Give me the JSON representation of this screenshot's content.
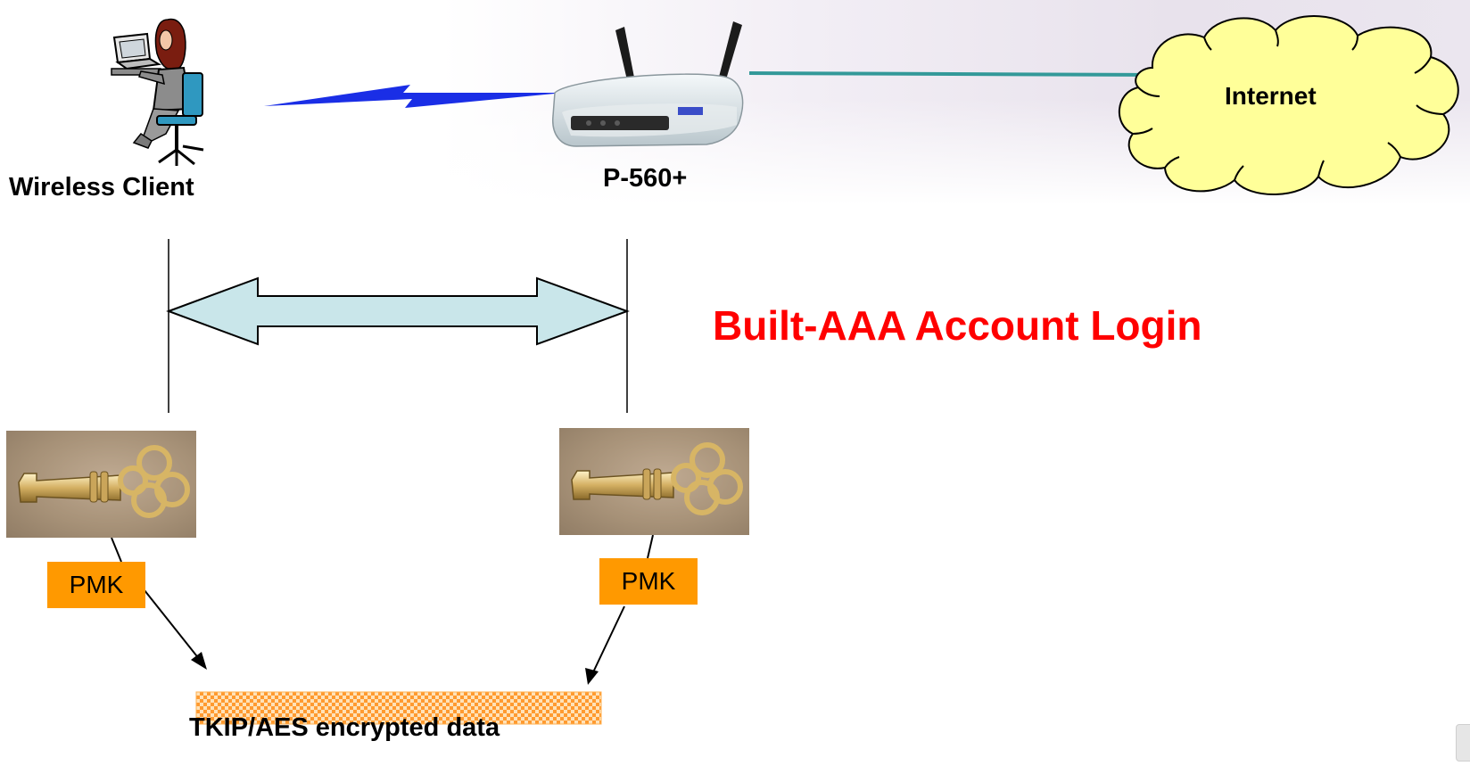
{
  "diagram": {
    "client_label": "Wireless Client",
    "ap_label": "P-560+",
    "internet_label": "Internet",
    "title": "Built-AAA Account Login",
    "pmk_left": "PMK",
    "pmk_right": "PMK",
    "data_label": "TKIP/AES encrypted data"
  },
  "colors": {
    "title": "#ff0000",
    "pmk_box": "#ff9900",
    "cloud_fill": "#ffff99",
    "double_arrow_fill": "#c9e6ea",
    "link_line": "#339999",
    "wireless_bolt": "#1a2ee6",
    "data_band": "#ffb050"
  },
  "icons": {
    "client": "person-at-laptop-icon",
    "ap": "wireless-router-icon",
    "internet": "cloud-icon",
    "key": "key-icon"
  }
}
